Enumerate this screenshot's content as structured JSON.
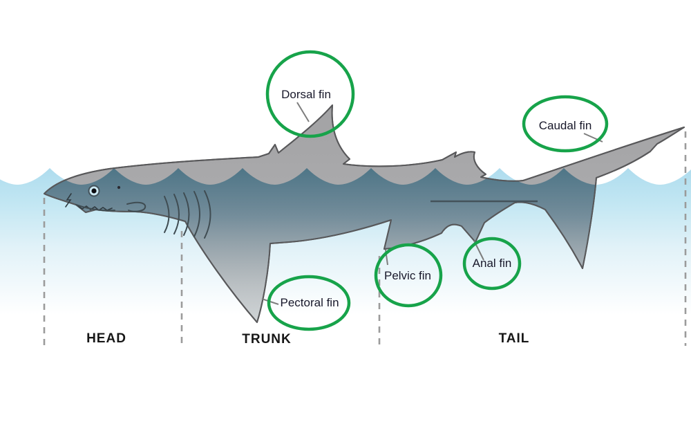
{
  "fin_labels": {
    "dorsal": "Dorsal fin",
    "caudal": "Caudal fin",
    "pectoral": "Pectoral fin",
    "pelvic": "Pelvic fin",
    "anal": "Anal fin"
  },
  "section_labels": {
    "head": "HEAD",
    "trunk": "TRUNK",
    "tail": "TAIL"
  },
  "colors": {
    "circle_green": "#17a34a",
    "water_blue": "#b3dfef",
    "shark_gray": "#a7a7a9",
    "submerged_teal": "#5d8296",
    "outline": "#58585a",
    "dashed_line": "#9b9b9b",
    "label_text": "#18182a"
  }
}
